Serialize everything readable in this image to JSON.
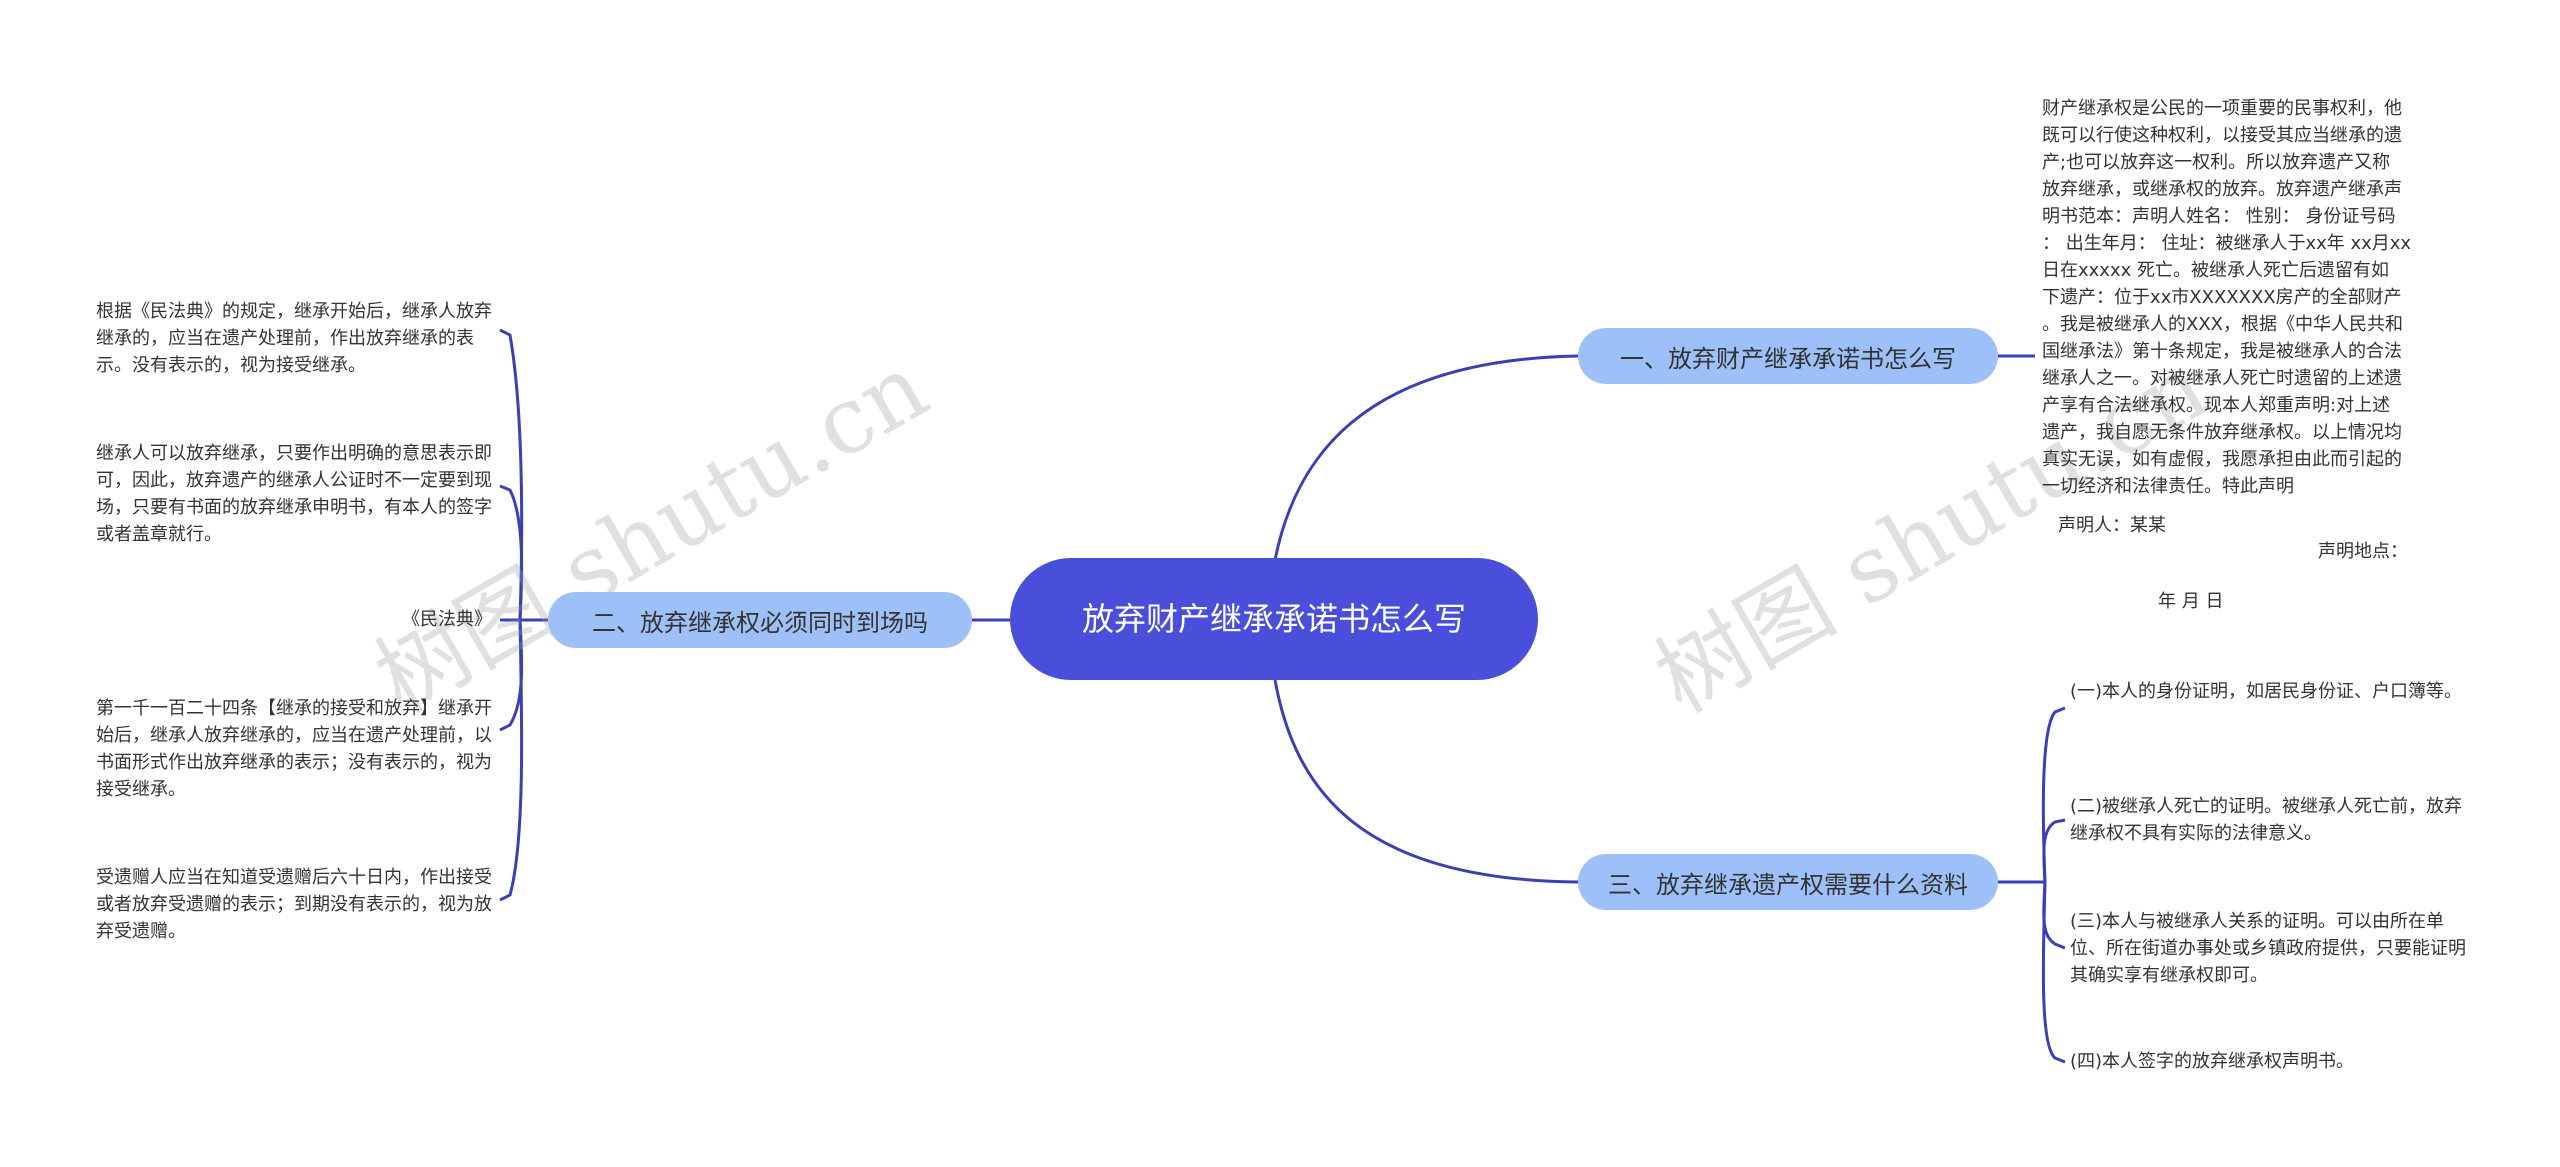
{
  "root": {
    "label": "放弃财产继承承诺书怎么写"
  },
  "branches": [
    {
      "label": "一、放弃财产继承承诺书怎么写"
    },
    {
      "label": "二、放弃继承权必须同时到场吗"
    },
    {
      "label": "三、放弃继承遗产权需要什么资料"
    }
  ],
  "branch1_text": {
    "lines": [
      "财产继承权是公民的一项重要的民事权利，他",
      "既可以行使这种权利，以接受其应当继承的遗",
      "产;也可以放弃这一权利。所以放弃遗产又称",
      "放弃继承，或继承权的放弃。放弃遗产继承声",
      "明书范本：声明人姓名：  性别：  身份证号码",
      "：  出生年月：  住址：被继承人于xx年 xx月xx",
      " 日在xxxxx 死亡。被继承人死亡后遗留有如",
      "下遗产：位于xx市XXXXXXX房产的全部财产",
      "。我是被继承人的XXX，根据《中华人民共和",
      "国继承法》第十条规定，我是被继承人的合法",
      "继承人之一。对被继承人死亡时遗留的上述遗",
      "产享有合法继承权。现本人郑重声明:对上述",
      "遗产，我自愿无条件放弃继承权。以上情况均",
      "真实无误，如有虚假，我愿承担由此而引起的",
      "一切经济和法律责任。特此声明"
    ],
    "declarant": "声明人：某某",
    "place": "声明地点：",
    "date": "年 月 日"
  },
  "branch2_leaves": [
    "根据《民法典》的规定，继承开始后，继承人放弃继承的，应当在遗产处理前，作出放弃继承的表示。没有表示的，视为接受继承。",
    "继承人可以放弃继承，只要作出明确的意思表示即可，因此，放弃遗产的继承人公证时不一定要到现场，只要有书面的放弃继承申明书，有本人的签字或者盖章就行。",
    "《民法典》",
    "第一千一百二十四条【继承的接受和放弃】继承开始后，继承人放弃继承的，应当在遗产处理前，以书面形式作出放弃继承的表示；没有表示的，视为接受继承。",
    "受遗赠人应当在知道受遗赠后六十日内，作出接受或者放弃受遗赠的表示；到期没有表示的，视为放弃受遗赠。"
  ],
  "branch3_leaves": [
    "(一)本人的身份证明，如居民身份证、户口簿等。",
    "(二)被继承人死亡的证明。被继承人死亡前，放弃继承权不具有实际的法律意义。",
    "(三)本人与被继承人关系的证明。可以由所在单位、所在街道办事处或乡镇政府提供，只要能证明其确实享有继承权即可。",
    "(四)本人签字的放弃继承权声明书。"
  ],
  "watermarks": [
    "树图 shutu.cn",
    "树图 shutu.cn"
  ],
  "colors": {
    "root": "#4a4fdb",
    "branch": "#9cc0f7",
    "link": "#3a3fb8"
  }
}
